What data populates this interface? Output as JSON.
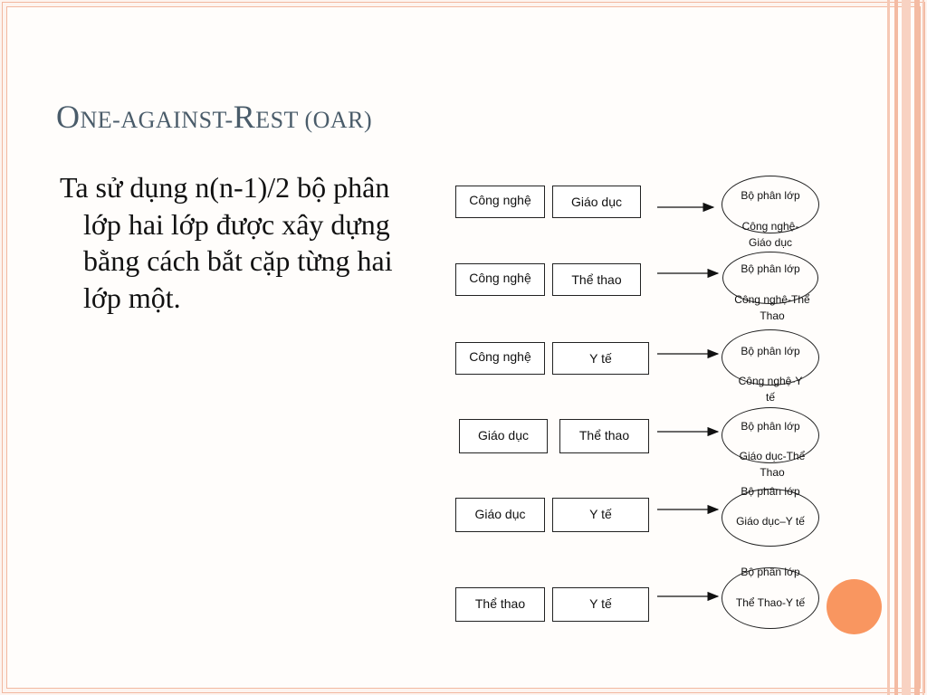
{
  "title": {
    "first": "O",
    "first_rest": "ne-against-",
    "second": "R",
    "second_rest": "est (OAR)"
  },
  "body_text": "Ta sử dụng n(n-1)/2 bộ phân lớp hai lớp được xây dựng bằng cách bắt cặp từng hai lớp một.",
  "rows": [
    {
      "a": "Công nghệ",
      "b": "Giáo dục",
      "classifier": "Bộ phân lớp",
      "pair": "Công nghệ-Giáo dục"
    },
    {
      "a": "Công nghệ",
      "b": "Thể thao",
      "classifier": "Bộ phân lớp",
      "pair": "Công nghệ-Thể Thao"
    },
    {
      "a": "Công nghệ",
      "b": "Y tế",
      "classifier": "Bộ phân lớp",
      "pair": "Công nghệ-Y tế"
    },
    {
      "a": "Giáo dục",
      "b": "Thể thao",
      "classifier": "Bộ phân lớp",
      "pair": "Giáo dục-Thể Thao"
    },
    {
      "a": "Giáo dục",
      "b": "Y tế",
      "classifier": "Bộ phân lớp",
      "pair": "Giáo dục–Y tế"
    },
    {
      "a": "Thể thao",
      "b": "Y tế",
      "classifier": "Bộ phân lớp",
      "pair": "Thể Thao-Y tế"
    }
  ],
  "colors": {
    "title": "#4a5c6a",
    "accent": "#f99660",
    "border": "#f2b8a0"
  }
}
